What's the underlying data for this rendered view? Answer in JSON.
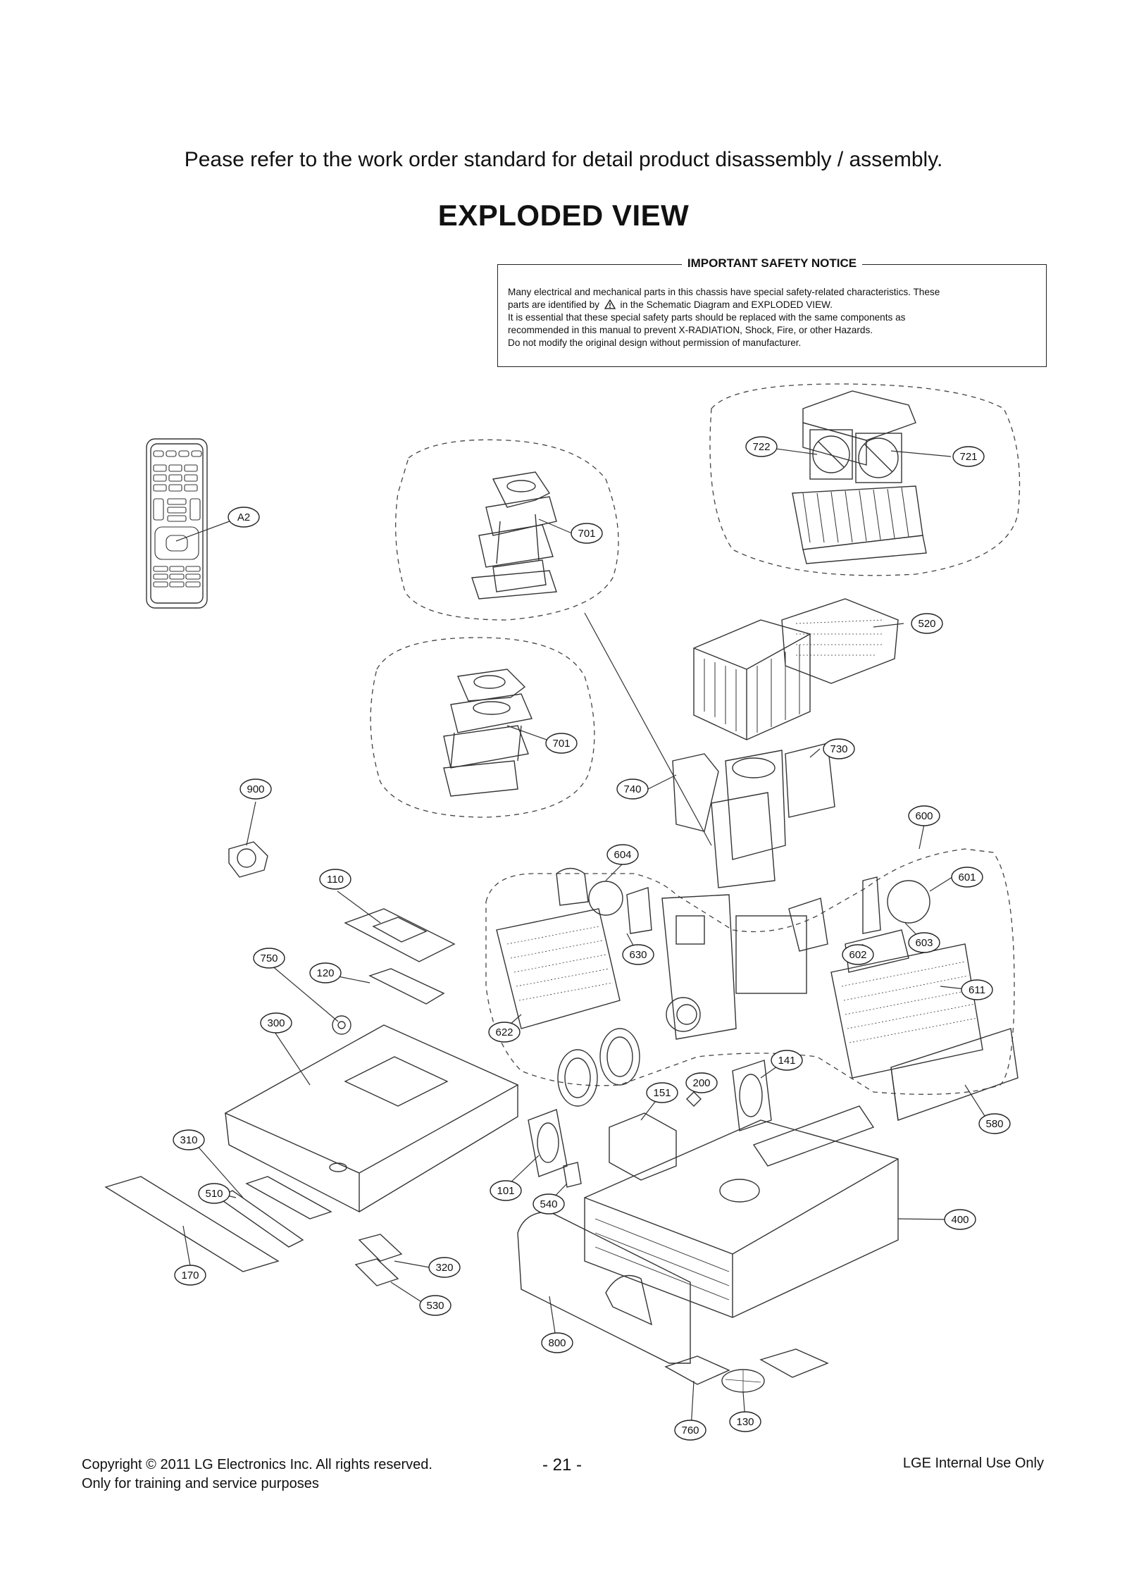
{
  "instruction": "Pease refer to the work order standard for detail product disassembly / assembly.",
  "title": "EXPLODED VIEW",
  "notice": {
    "heading": "IMPORTANT SAFETY NOTICE",
    "line1": "Many electrical and mechanical parts in this chassis have special safety-related characteristics. These",
    "line2_pre": "parts are identified by",
    "line2_post": "in the Schematic Diagram and EXPLODED VIEW.",
    "line3": "It is essential that these special safety parts should be replaced with the same components as",
    "line4": "recommended in this manual to prevent X-RADIATION, Shock, Fire, or other Hazards.",
    "line5": "Do not modify the original design without permission of manufacturer."
  },
  "callouts": [
    "A2",
    "701",
    "701",
    "722",
    "721",
    "520",
    "730",
    "740",
    "900",
    "600",
    "604",
    "601",
    "603",
    "602",
    "630",
    "110",
    "750",
    "120",
    "611",
    "300",
    "622",
    "141",
    "200",
    "151",
    "580",
    "310",
    "101",
    "540",
    "400",
    "510",
    "320",
    "170",
    "530",
    "800",
    "760",
    "130"
  ],
  "footer": {
    "copyright": "Copyright © 2011 LG Electronics Inc. All rights reserved.",
    "training": "Only for training and service purposes",
    "page": "- 21 -",
    "internal": "LGE Internal Use Only"
  }
}
